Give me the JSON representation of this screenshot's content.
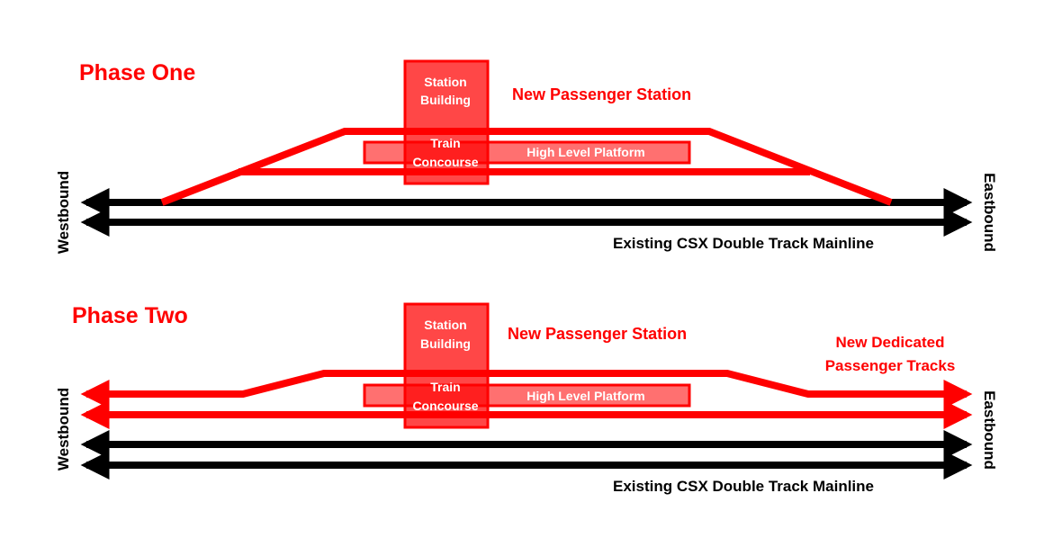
{
  "colors": {
    "red": "#ff0000",
    "black": "#000000",
    "white": "#ffffff"
  },
  "phase_one": {
    "title": "Phase One",
    "station_building": [
      "Station",
      "Building"
    ],
    "train_concourse": [
      "Train",
      "Concourse"
    ],
    "platform": "High Level Platform",
    "new_station": "New Passenger Station",
    "mainline": "Existing CSX Double Track Mainline",
    "westbound": "Westbound",
    "eastbound": "Eastbound"
  },
  "phase_two": {
    "title": "Phase Two",
    "station_building": [
      "Station",
      "Building"
    ],
    "train_concourse": [
      "Train",
      "Concourse"
    ],
    "platform": "High Level Platform",
    "new_station": "New Passenger Station",
    "dedicated_tracks": [
      "New Dedicated",
      "Passenger Tracks"
    ],
    "mainline": "Existing CSX Double Track Mainline",
    "westbound": "Westbound",
    "eastbound": "Eastbound"
  }
}
